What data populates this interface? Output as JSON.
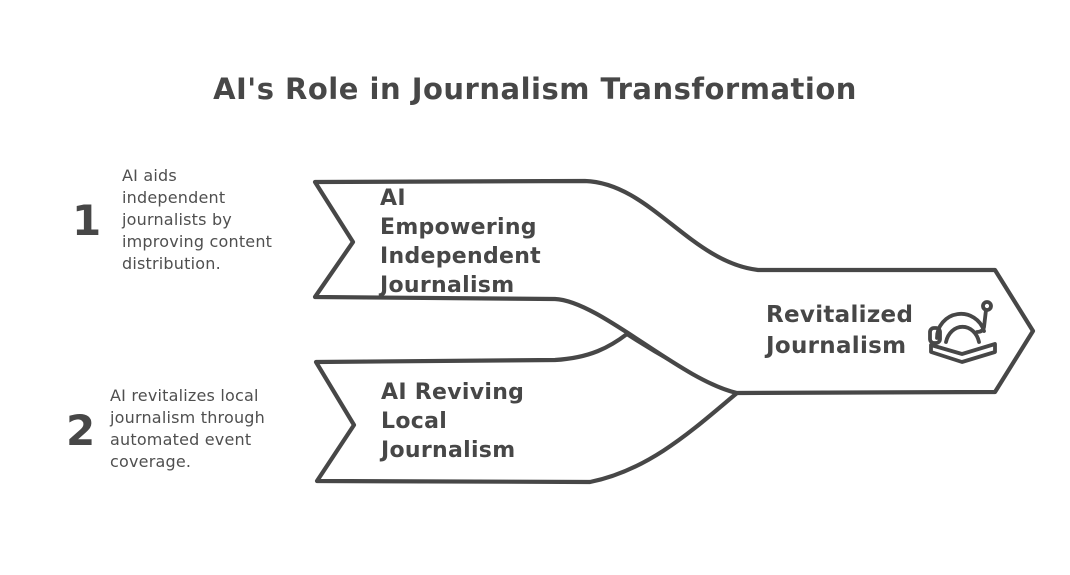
{
  "title": "AI's Role in Journalism Transformation",
  "colors": {
    "ink": "#474747",
    "background": "#ffffff"
  },
  "steps": [
    {
      "number": "1",
      "description": "AI aids\nindependent\njournalists by\nimproving content\ndistribution.",
      "banner_label": "AI\nEmpowering\nIndependent\nJournalism"
    },
    {
      "number": "2",
      "description": "AI revitalizes local\njournalism through\nautomated event\ncoverage.",
      "banner_label": "AI Reviving\nLocal\nJournalism"
    }
  ],
  "output": {
    "label": "Revitalized\nJournalism",
    "icon": "ai-headset-open-book-icon"
  }
}
